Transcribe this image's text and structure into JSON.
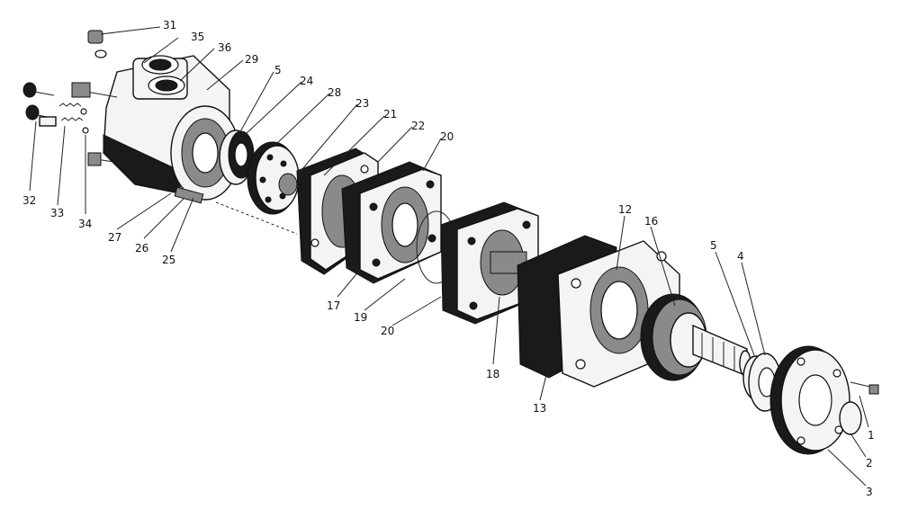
{
  "callouts": [
    "31",
    "35",
    "36",
    "29",
    "5",
    "24",
    "28",
    "23",
    "21",
    "22",
    "20",
    "32",
    "33",
    "34",
    "27",
    "26",
    "25",
    "17",
    "19",
    "20",
    "18",
    "13",
    "12",
    "16",
    "5",
    "4",
    "1",
    "2",
    "3"
  ]
}
